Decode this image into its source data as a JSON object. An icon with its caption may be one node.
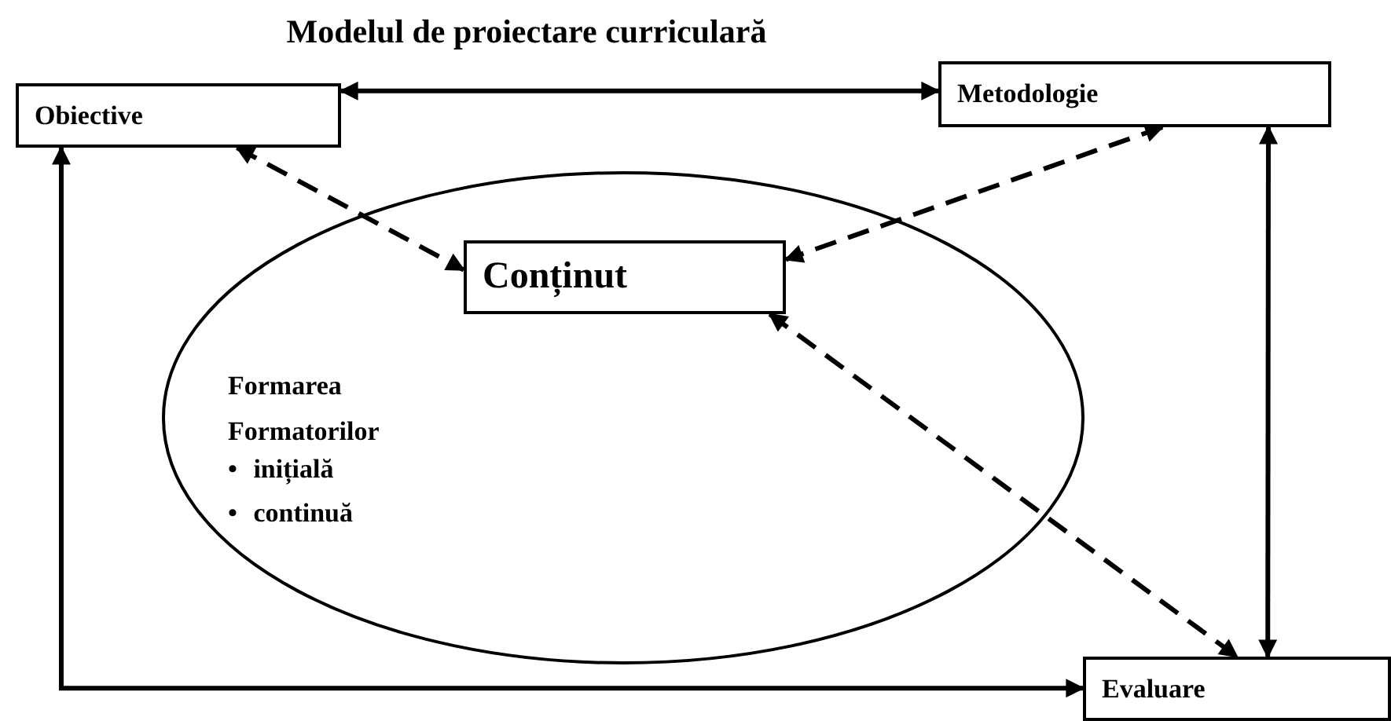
{
  "diagram": {
    "title": "Modelul de proiectare curriculară",
    "nodes": [
      {
        "text": [
          "Obiective"
        ]
      },
      {
        "text": [
          "Metodologie"
        ]
      },
      {
        "text": [
          "Formarea Formatorilor",
          "• inițială",
          "• continuă"
        ]
      },
      {
        "text": [
          "Conținut"
        ],
        "in": 2
      },
      {
        "text": [
          "Evaluare"
        ]
      }
    ],
    "edges": [
      {
        "from": 0,
        "to": 1,
        "arrow": "both"
      },
      {
        "from": 0,
        "to": 3,
        "arrow": "both",
        "style": "dashed"
      },
      {
        "from": 1,
        "to": 3,
        "arrow": "both",
        "style": "dashed"
      },
      {
        "from": 3,
        "to": 4,
        "arrow": "both",
        "style": "dashed"
      },
      {
        "from": 1,
        "to": 4,
        "arrow": "both"
      },
      {
        "from": 0,
        "to": 4,
        "arrow": "both"
      }
    ]
  }
}
